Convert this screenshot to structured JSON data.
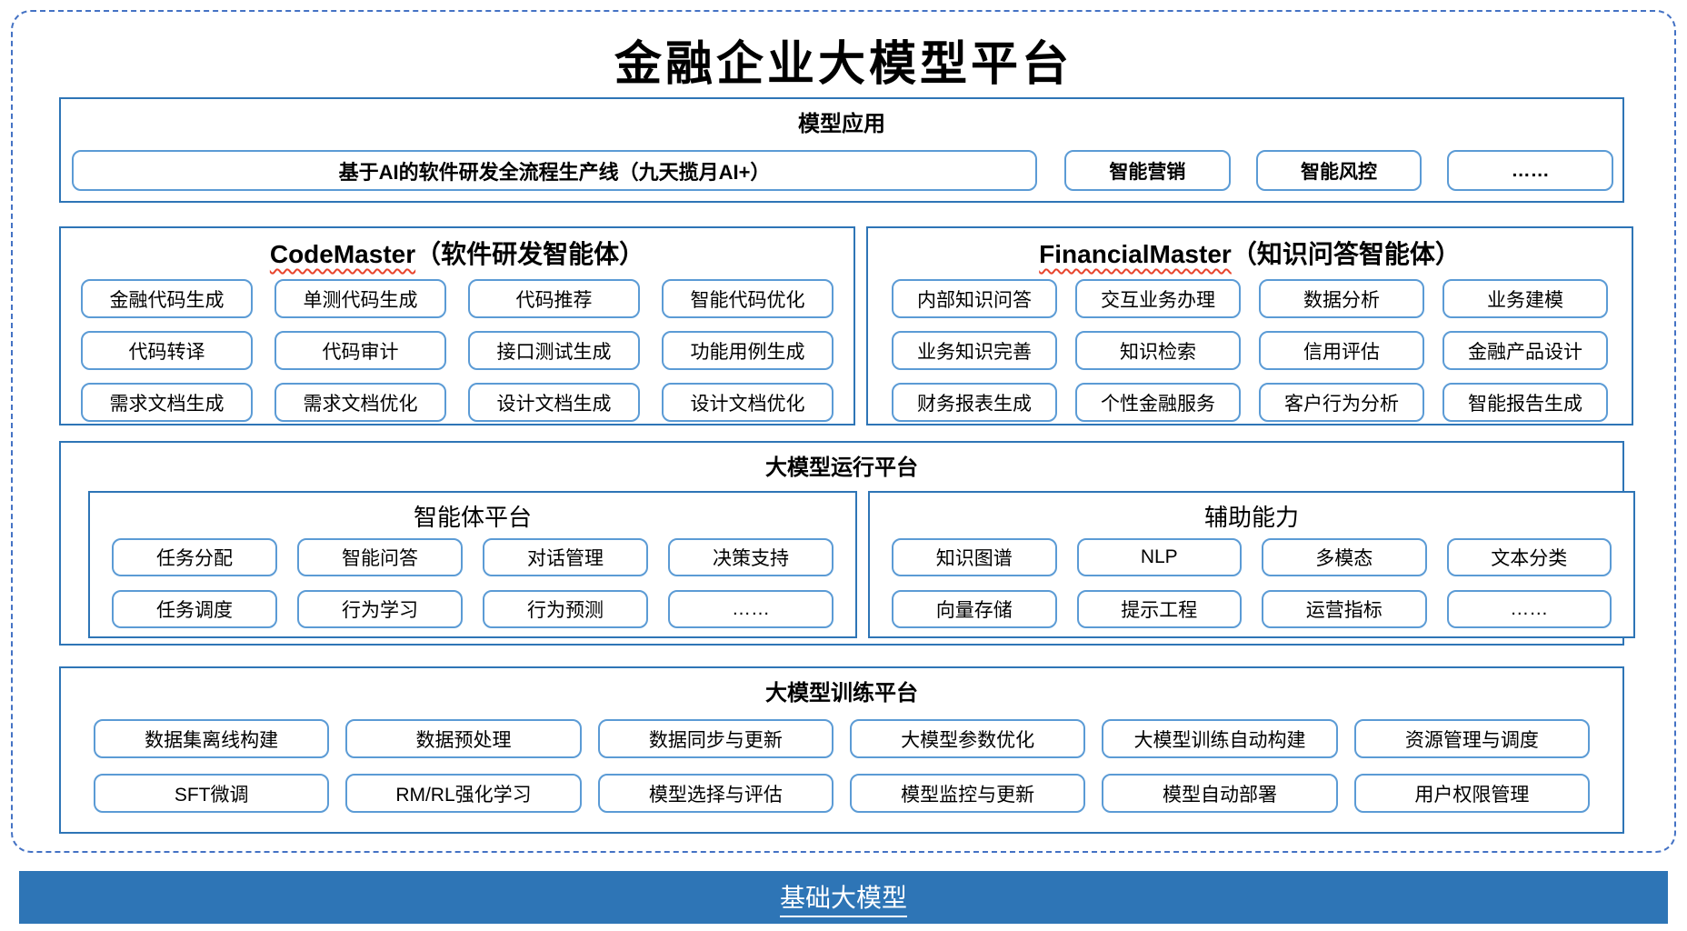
{
  "title": "金融企业大模型平台",
  "colors": {
    "section_border": "#2E75B6",
    "item_border": "#5B9BD5",
    "outer_dashed_border": "#4472C4",
    "base_bar_bg": "#2E75B6",
    "base_bar_text": "#FFFFFF",
    "spellcheck_underline": "#E8442C"
  },
  "model_app": {
    "title": "模型应用",
    "pipeline_item": "基于AI的软件研发全流程生产线（九天揽月AI+）",
    "items": [
      "智能营销",
      "智能风控",
      "……"
    ]
  },
  "code_master": {
    "title_en": "CodeMaster",
    "title_zh": "（软件研发智能体）",
    "items": [
      "金融代码生成",
      "单测代码生成",
      "代码推荐",
      "智能代码优化",
      "代码转译",
      "代码审计",
      "接口测试生成",
      "功能用例生成",
      "需求文档生成",
      "需求文档优化",
      "设计文档生成",
      "设计文档优化"
    ]
  },
  "financial_master": {
    "title_en": "FinancialMaster",
    "title_zh": "（知识问答智能体）",
    "items": [
      "内部知识问答",
      "交互业务办理",
      "数据分析",
      "业务建模",
      "业务知识完善",
      "知识检索",
      "信用评估",
      "金融产品设计",
      "财务报表生成",
      "个性金融服务",
      "客户行为分析",
      "智能报告生成"
    ]
  },
  "runtime_platform": {
    "title": "大模型运行平台",
    "agent_platform": {
      "title": "智能体平台",
      "items": [
        "任务分配",
        "智能问答",
        "对话管理",
        "决策支持",
        "任务调度",
        "行为学习",
        "行为预测",
        "……"
      ]
    },
    "auxiliary": {
      "title": "辅助能力",
      "items": [
        "知识图谱",
        "NLP",
        "多模态",
        "文本分类",
        "向量存储",
        "提示工程",
        "运营指标",
        "……"
      ]
    }
  },
  "training_platform": {
    "title": "大模型训练平台",
    "items": [
      "数据集离线构建",
      "数据预处理",
      "数据同步与更新",
      "大模型参数优化",
      "大模型训练自动构建",
      "资源管理与调度",
      "SFT微调",
      "RM/RL强化学习",
      "模型选择与评估",
      "模型监控与更新",
      "模型自动部署",
      "用户权限管理"
    ]
  },
  "base_model_bar": {
    "label": "基础大模型"
  }
}
